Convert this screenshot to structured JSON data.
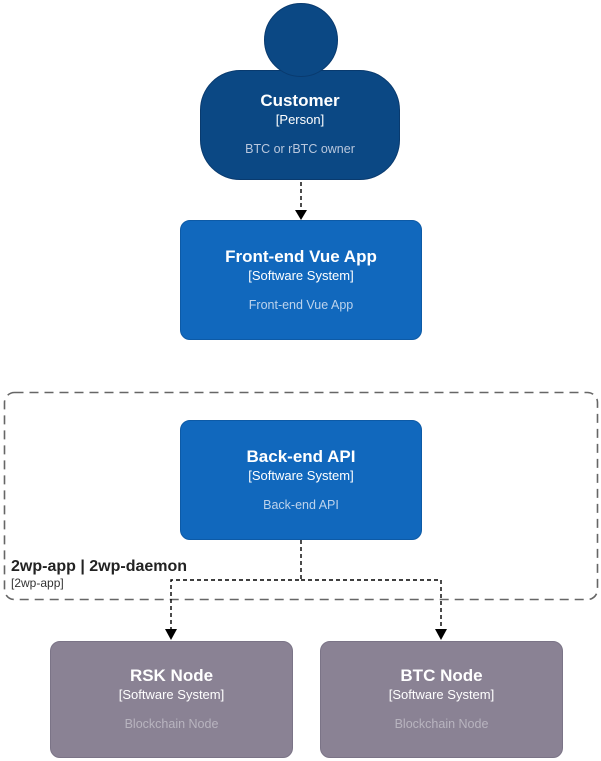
{
  "diagram": {
    "kind": "c4-context-diagram",
    "boundary": {
      "title": "2wp-app | 2wp-daemon",
      "subtitle": "[2wp-app]"
    },
    "nodes": {
      "customer": {
        "title": "Customer",
        "meta": "[Person]",
        "description": "BTC or rBTC owner"
      },
      "frontend": {
        "title": "Front-end Vue App",
        "meta": "[Software System]",
        "description": "Front-end Vue App"
      },
      "backend": {
        "title": "Back-end API",
        "meta": "[Software System]",
        "description": "Back-end API"
      },
      "rsk": {
        "title": "RSK Node",
        "meta": "[Software System]",
        "description": "Blockchain Node"
      },
      "btc": {
        "title": "BTC Node",
        "meta": "[Software System]",
        "description": "Blockchain Node"
      }
    },
    "relationships": [
      {
        "from": "Customer",
        "to": "Front-end Vue App",
        "style": "dashed-arrow"
      },
      {
        "from": "Back-end API",
        "to": "RSK Node",
        "style": "dashed-arrow"
      },
      {
        "from": "Back-end API",
        "to": "BTC Node",
        "style": "dashed-arrow"
      }
    ]
  },
  "colors": {
    "person_fill": "#0b4884",
    "person_border": "#093a6e",
    "system_fill": "#1168bd",
    "system_border": "#0d5aa6",
    "external_fill": "#8a8294",
    "external_border": "#7b7487",
    "boundary_stroke": "#666666",
    "connector": "#000000",
    "text_primary": "#ffffff",
    "person_desc": "#b9c7dd",
    "system_desc": "#bdd3ec",
    "external_desc": "#b8b4bf",
    "boundary_title": "#222222",
    "boundary_subtitle": "#333333",
    "background": "#ffffff"
  }
}
